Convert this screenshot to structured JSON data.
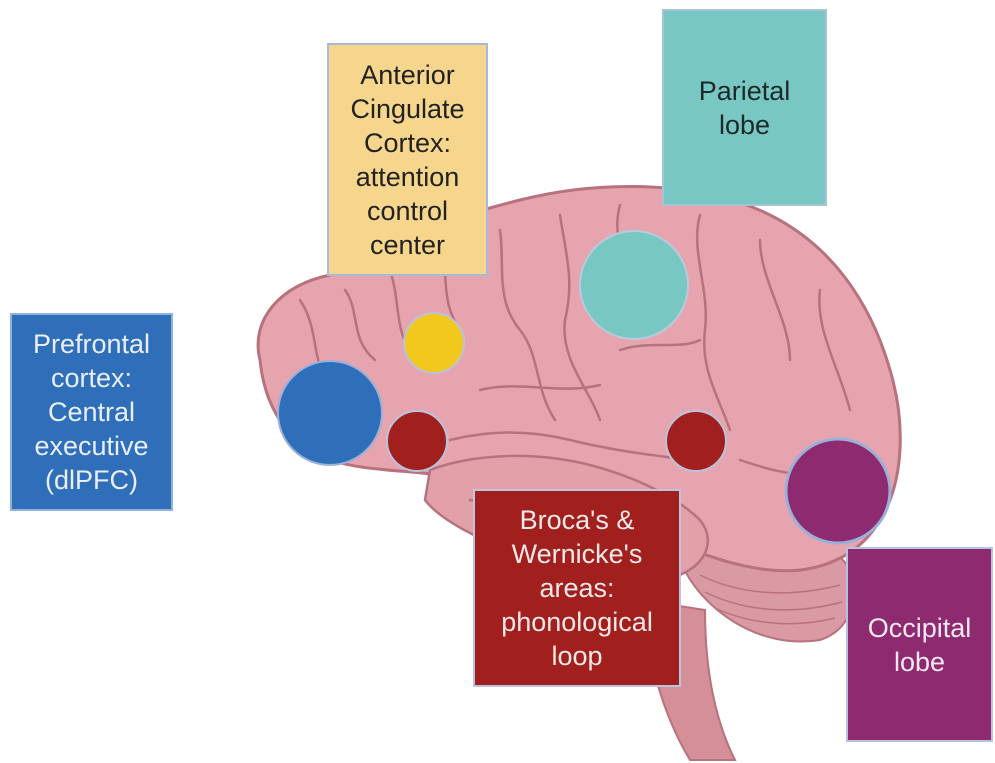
{
  "labels": {
    "acc": "Anterior\nCingulate\nCortex:\nattention\ncontrol\ncenter",
    "parietal": "Parietal\nlobe",
    "pfc": "Prefrontal\ncortex:\nCentral\nexecutive\n(dlPFC)",
    "broca": "Broca's &\nWernicke's\nareas:\nphonological\nloop",
    "occipital": "Occipital\nlobe"
  },
  "colors": {
    "brain": "#e6a5ae",
    "brain_dark": "#b8727d",
    "cerebellum": "#d99aa3",
    "pfc": "#2f6fba",
    "acc": "#f6d68c",
    "acc_marker": "#f2c81c",
    "parietal": "#78c7c2",
    "broca": "#a1201e",
    "occipital": "#8e2a70"
  },
  "icons": [
    "brain-illustration"
  ]
}
